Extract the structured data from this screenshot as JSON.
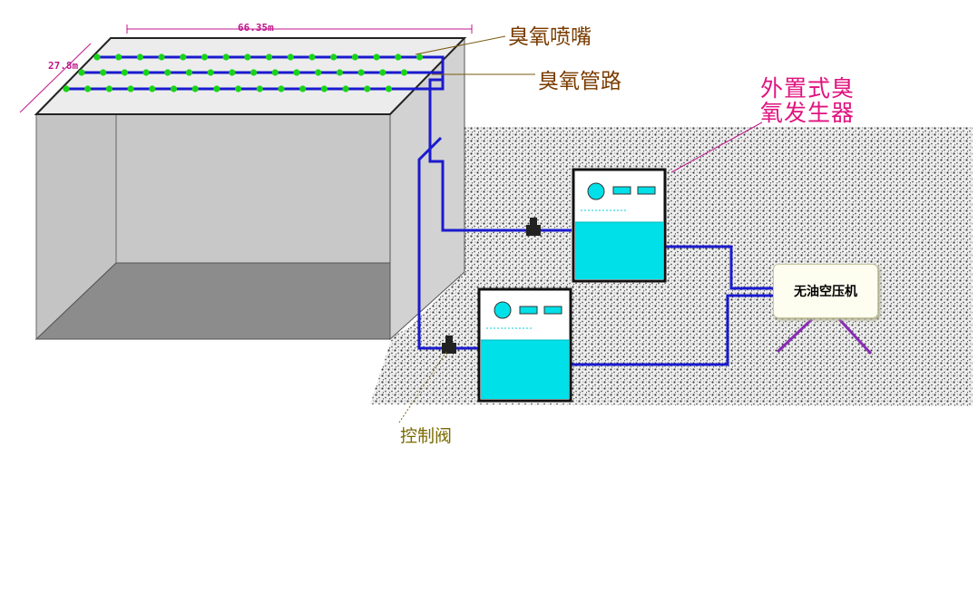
{
  "dimensions": {
    "length": "66.35m",
    "width": "27.8m"
  },
  "labels": {
    "nozzle": "臭氧喷嘴",
    "pipeline": "臭氧管路",
    "generator_line1": "外置式臭",
    "generator_line2": "氧发生器",
    "control_valve": "控制阀",
    "compressor": "无油空压机"
  },
  "colors": {
    "pipe": "#1a1acf",
    "water": "#00e0e8",
    "nozzle": "#19d419",
    "leader_pink": "#c0178c",
    "leader_brown": "#7a5a10",
    "compressor_legs": "#8a2ab8"
  },
  "nozzle_rows": 3,
  "nozzles_per_row": 16
}
